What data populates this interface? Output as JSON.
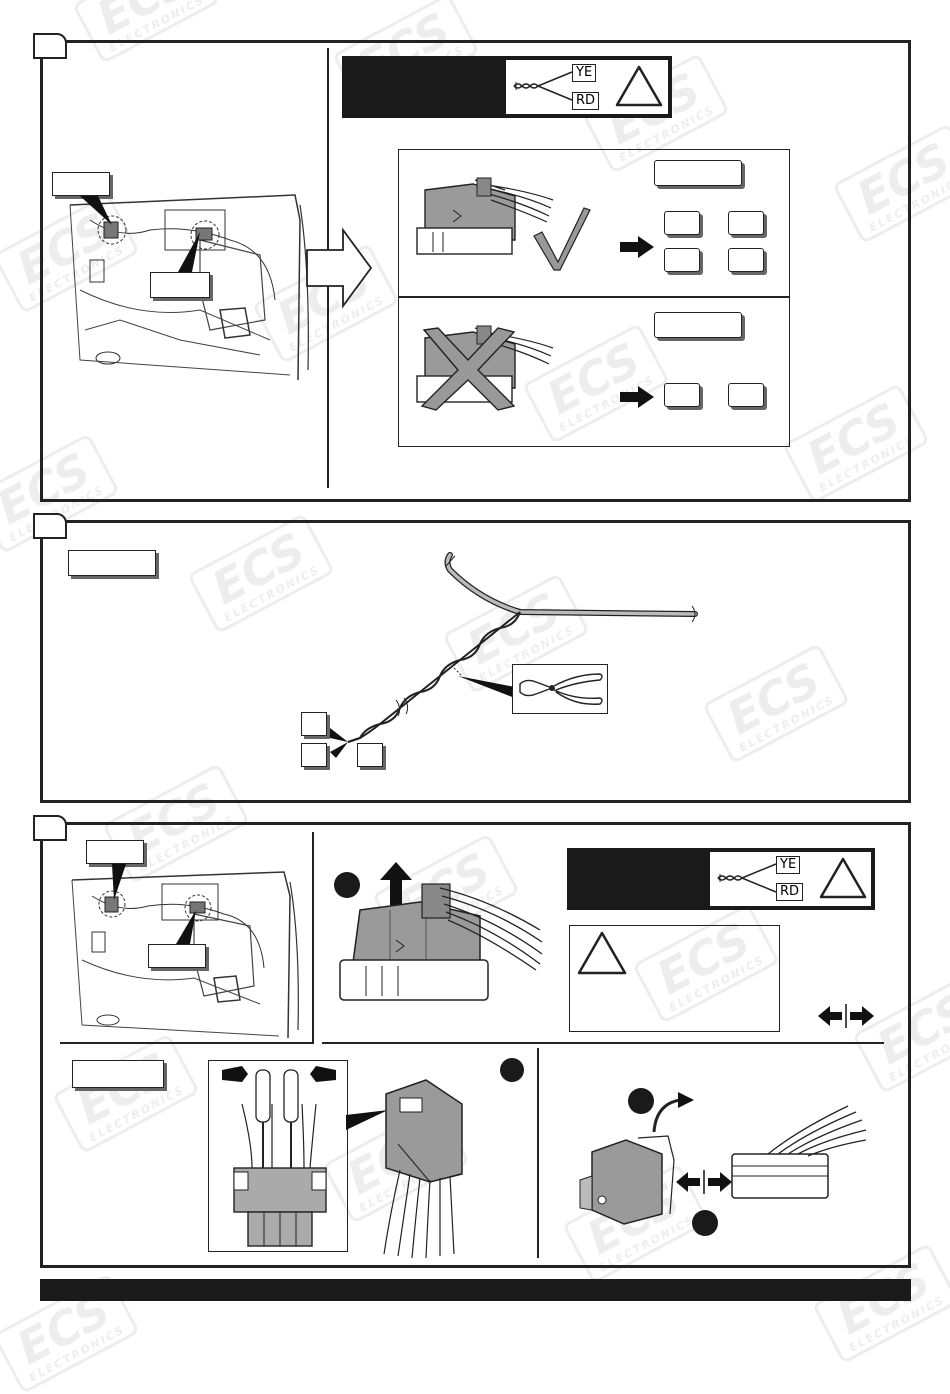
{
  "wires": {
    "yellow_code": "YE",
    "red_code": "RD"
  },
  "watermark": {
    "brand": "ECS",
    "subtitle": "ELECTRONICS"
  },
  "colors": {
    "frame": "#222222",
    "header_fill": "#1a1a1a",
    "connector_gray": "#9a9a9a",
    "watermark": "#000000"
  },
  "icons": [
    "warning-triangle-icon",
    "check-mark-icon",
    "cross-mark-icon",
    "arrow-right-icon",
    "pliers-icon",
    "screwdriver-icon",
    "push-pull-arrows-icon"
  ]
}
